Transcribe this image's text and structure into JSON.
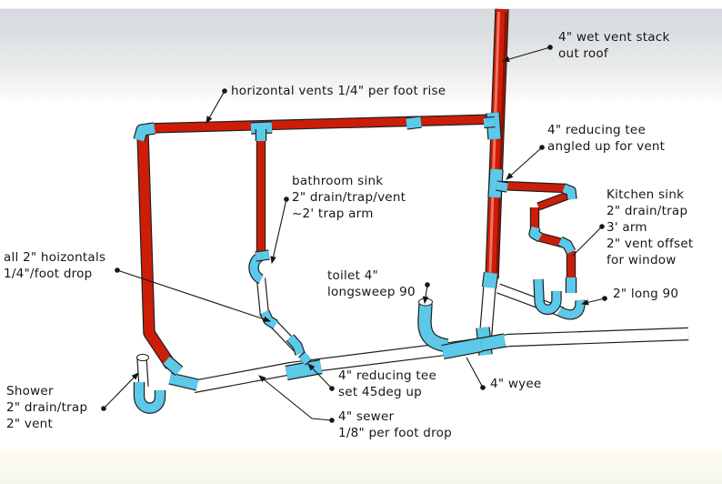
{
  "diagram_title": "residential DWV plumbing rough-in sketch",
  "colors": {
    "vent_pipe": "#ce1d07",
    "vent_highlight": "#ef7361",
    "vent_shadow": "#8d1000",
    "fitting": "#5cc9e9",
    "drain_pipe": "#ffffff",
    "ink": "#161616"
  },
  "annotations": [
    {
      "id": "wet-vent-stack",
      "text": "4\" wet vent stack\nout roof"
    },
    {
      "id": "horizontal-vents",
      "text": "horizontal vents 1/4\" per foot rise"
    },
    {
      "id": "bathroom-sink",
      "text": "bathroom sink\n2\" drain/trap/vent\n~2' trap arm"
    },
    {
      "id": "reducing-tee-vent",
      "text": "4\" reducing tee\nangled up for vent"
    },
    {
      "id": "kitchen-sink",
      "text": "Kitchen sink\n2\" drain/trap\n3' arm\n2\" vent offset\nfor window"
    },
    {
      "id": "long-90",
      "text": "2\" long 90"
    },
    {
      "id": "horizontals-drop",
      "text": "all 2\" hoizontals\n1/4\"/foot drop"
    },
    {
      "id": "toilet",
      "text": "toilet 4\"\nlongsweep 90"
    },
    {
      "id": "reducing-tee-45",
      "text": "4\" reducing tee\nset 45deg up"
    },
    {
      "id": "wyee",
      "text": "4\" wyee"
    },
    {
      "id": "shower",
      "text": "Shower\n2\" drain/trap\n2\" vent"
    },
    {
      "id": "sewer",
      "text": "4\" sewer\n1/8\" per foot drop"
    }
  ]
}
